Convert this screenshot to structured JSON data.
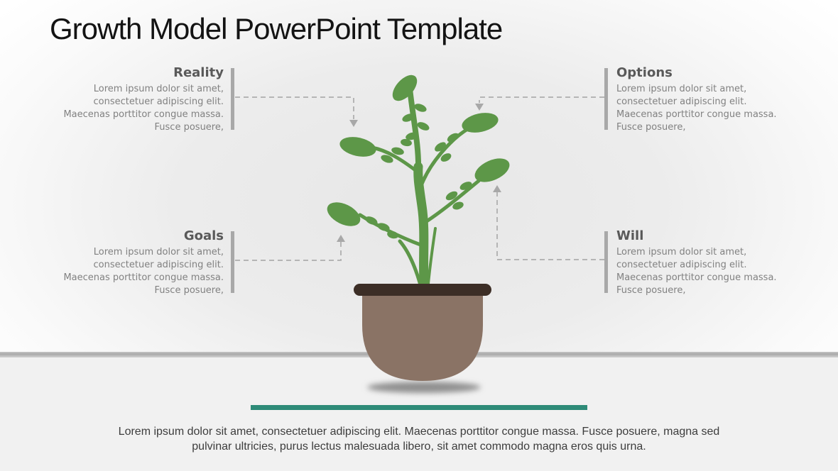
{
  "slide": {
    "title": "Growth Model PowerPoint Template"
  },
  "quadrants": [
    {
      "id": "reality",
      "position": "top-left",
      "label": "Reality",
      "body": "Lorem ipsum dolor sit amet, consectetuer adipiscing elit. Maecenas porttitor congue massa. Fusce posuere,"
    },
    {
      "id": "options",
      "position": "top-right",
      "label": "Options",
      "body": "Lorem ipsum dolor sit amet, consectetuer adipiscing elit. Maecenas porttitor congue massa. Fusce posuere,"
    },
    {
      "id": "goals",
      "position": "bottom-left",
      "label": "Goals",
      "body": "Lorem ipsum dolor sit amet, consectetuer adipiscing elit. Maecenas porttitor congue massa. Fusce posuere,"
    },
    {
      "id": "will",
      "position": "bottom-right",
      "label": "Will",
      "body": "Lorem ipsum dolor sit amet, consectetuer adipiscing elit. Maecenas porttitor congue massa. Fusce posuere,"
    }
  ],
  "footer": {
    "text": "Lorem ipsum dolor sit amet, consectetuer adipiscing elit. Maecenas porttitor congue massa. Fusce posuere, magna sed pulvinar ultricies, purus lectus malesuada libero, sit amet commodo magna eros quis urna."
  },
  "icons": {
    "plant-icon": "stylized green sapling (svg shape)",
    "pot-icon": "brown flower pot (svg shape)",
    "arrow-down-icon": "▼",
    "arrow-up-icon": "▲"
  },
  "colors": {
    "accent_teal": "#2e8b78",
    "plant_green": "#5d9748",
    "pot_body_brown": "#8a7365",
    "pot_rim_brown": "#3c2e26",
    "heading_gray": "#595959",
    "body_gray": "#818181",
    "footer_gray": "#3d3d3d",
    "connector_gray": "#b5b5b5",
    "bar_gray": "#a8a8a8"
  }
}
